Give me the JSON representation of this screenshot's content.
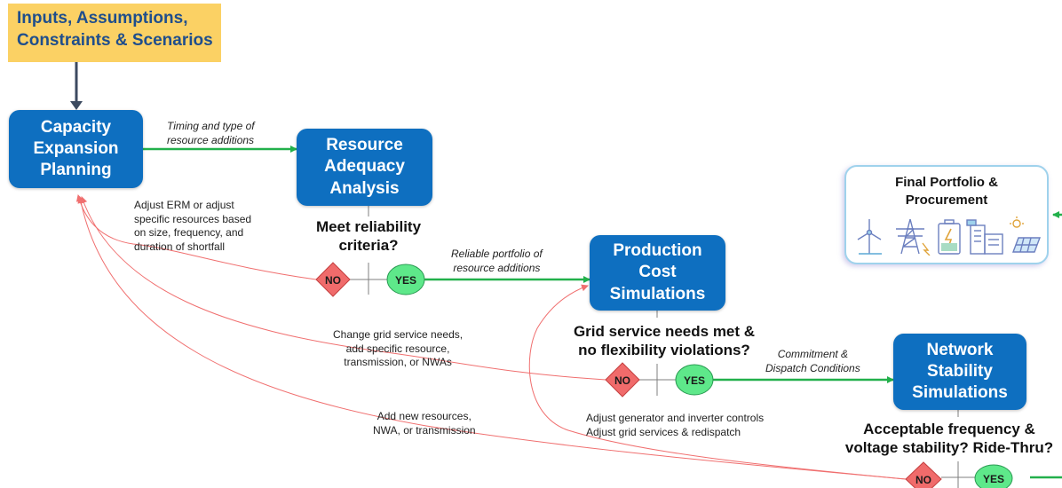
{
  "inputs_box": {
    "text": "Inputs, Assumptions,\nConstraints & Scenarios"
  },
  "nodes": {
    "capacity_expansion": "Capacity\nExpansion\nPlanning",
    "resource_adequacy": "Resource\nAdequacy\nAnalysis",
    "production_cost": "Production\nCost\nSimulations",
    "network_stability": "Network\nStability\nSimulations"
  },
  "questions": {
    "reliability": "Meet reliability\ncriteria?",
    "grid_service": "Grid service needs met &\nno flexibility violations?",
    "stability": "Acceptable frequency &\nvoltage stability? Ride-Thru?"
  },
  "decisions": {
    "no": "NO",
    "yes": "YES"
  },
  "edge_labels": {
    "timing": "Timing and type of\nresource additions",
    "reliable_portfolio": "Reliable portfolio of\nresource additions",
    "commitment": "Commitment &\nDispatch Conditions"
  },
  "feedback_labels": {
    "adjust_erm": "Adjust ERM or adjust\nspecific resources based\non size, frequency, and\nduration of shortfall",
    "change_grid": "Change grid service needs,\nadd specific resource,\ntransmission, or NWAs",
    "add_new": "Add new resources,\nNWA, or transmission",
    "adjust_generator": "Adjust generator and inverter controls\nAdjust grid services & redispatch"
  },
  "final": {
    "title": "Final Portfolio &\nProcurement",
    "icons": [
      "wind-turbine-icon",
      "transmission-tower-icon",
      "battery-storage-icon",
      "buildings-icon",
      "solar-panel-icon"
    ]
  },
  "colors": {
    "node_blue": "#0e6fc0",
    "inputs_yellow": "#fbd164",
    "yes_green": "#5ee88a",
    "no_red": "#f06b6b",
    "flow_green": "#22b04b",
    "feedback_red": "#f06f6f",
    "arrow_dark": "#3c4a60"
  }
}
